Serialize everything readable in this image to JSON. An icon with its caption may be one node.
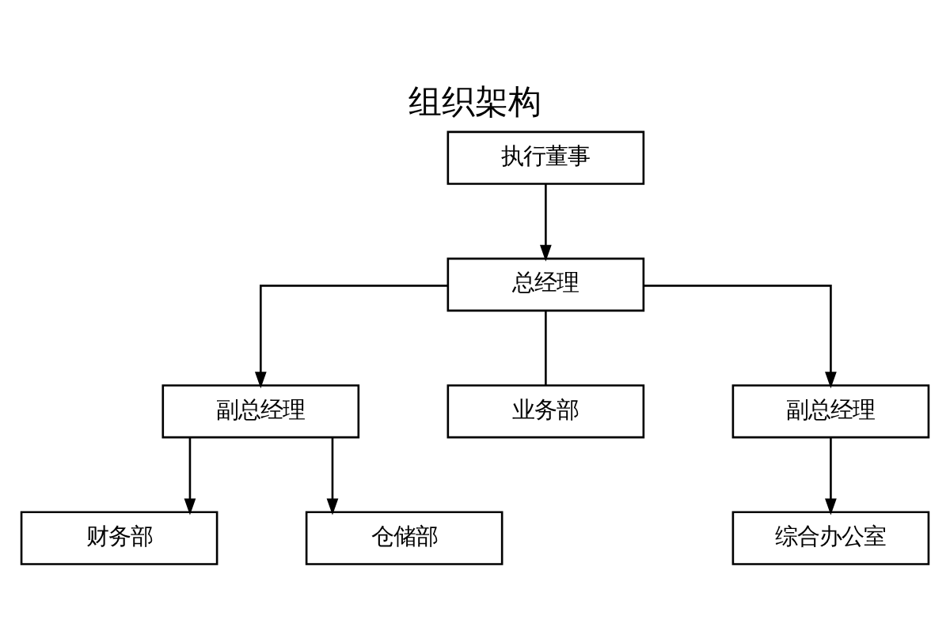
{
  "diagram": {
    "title": "组织架构",
    "nodes": [
      {
        "text": [
          "执行董事"
        ]
      },
      {
        "text": [
          "总经理"
        ]
      },
      {
        "text": [
          "副总经理"
        ]
      },
      {
        "text": [
          "业务部"
        ]
      },
      {
        "text": [
          "副总经理"
        ]
      },
      {
        "text": [
          "财务部"
        ]
      },
      {
        "text": [
          "仓储部"
        ]
      },
      {
        "text": [
          "综合办公室"
        ]
      }
    ],
    "edges": [
      {
        "from": 0,
        "to": 1,
        "arrow": "to"
      },
      {
        "from": 1,
        "to": 2,
        "arrow": "to"
      },
      {
        "from": 1,
        "to": 3,
        "arrow": "none"
      },
      {
        "from": 1,
        "to": 4,
        "arrow": "to"
      },
      {
        "from": 2,
        "to": 5,
        "arrow": "to"
      },
      {
        "from": 2,
        "to": 6,
        "arrow": "to"
      },
      {
        "from": 4,
        "to": 7,
        "arrow": "to"
      }
    ]
  }
}
